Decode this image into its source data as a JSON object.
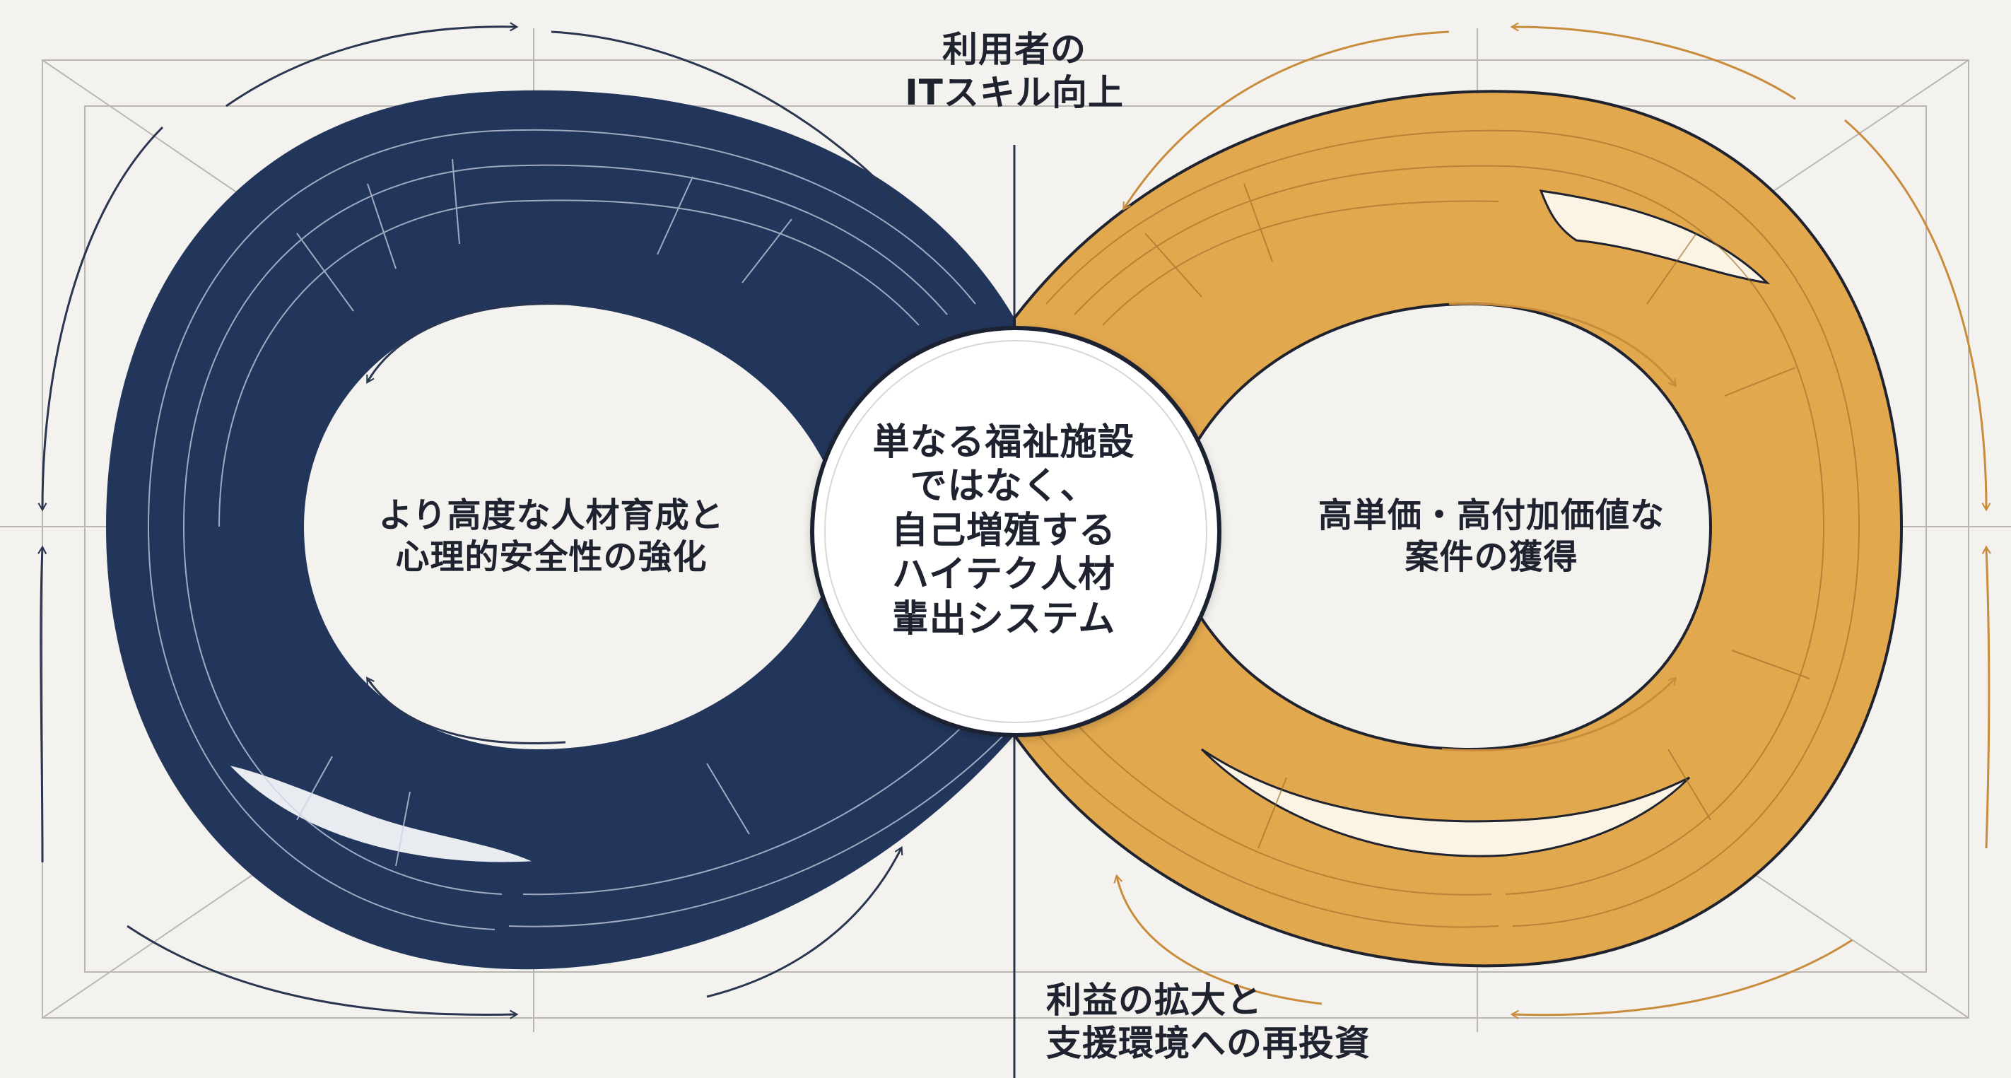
{
  "center": {
    "text": "単なる福祉施設\nではなく、\n自己増殖する\nハイテク人材\n輩出システム"
  },
  "labels": {
    "top": "利用者の\nITスキル向上",
    "left": "より高度な人材育成と\n心理的安全性の強化",
    "right": "高単価・高付加価値な\n案件の獲得",
    "bottom": "利益の拡大と\n支援環境への再投資"
  },
  "colors": {
    "background": "#f3f2ee",
    "navy": "#22365c",
    "gold": "#e2a84e",
    "arrow_navy": "#2a3550",
    "arrow_gold": "#c98c3c",
    "guide": "#b9b7b0"
  }
}
